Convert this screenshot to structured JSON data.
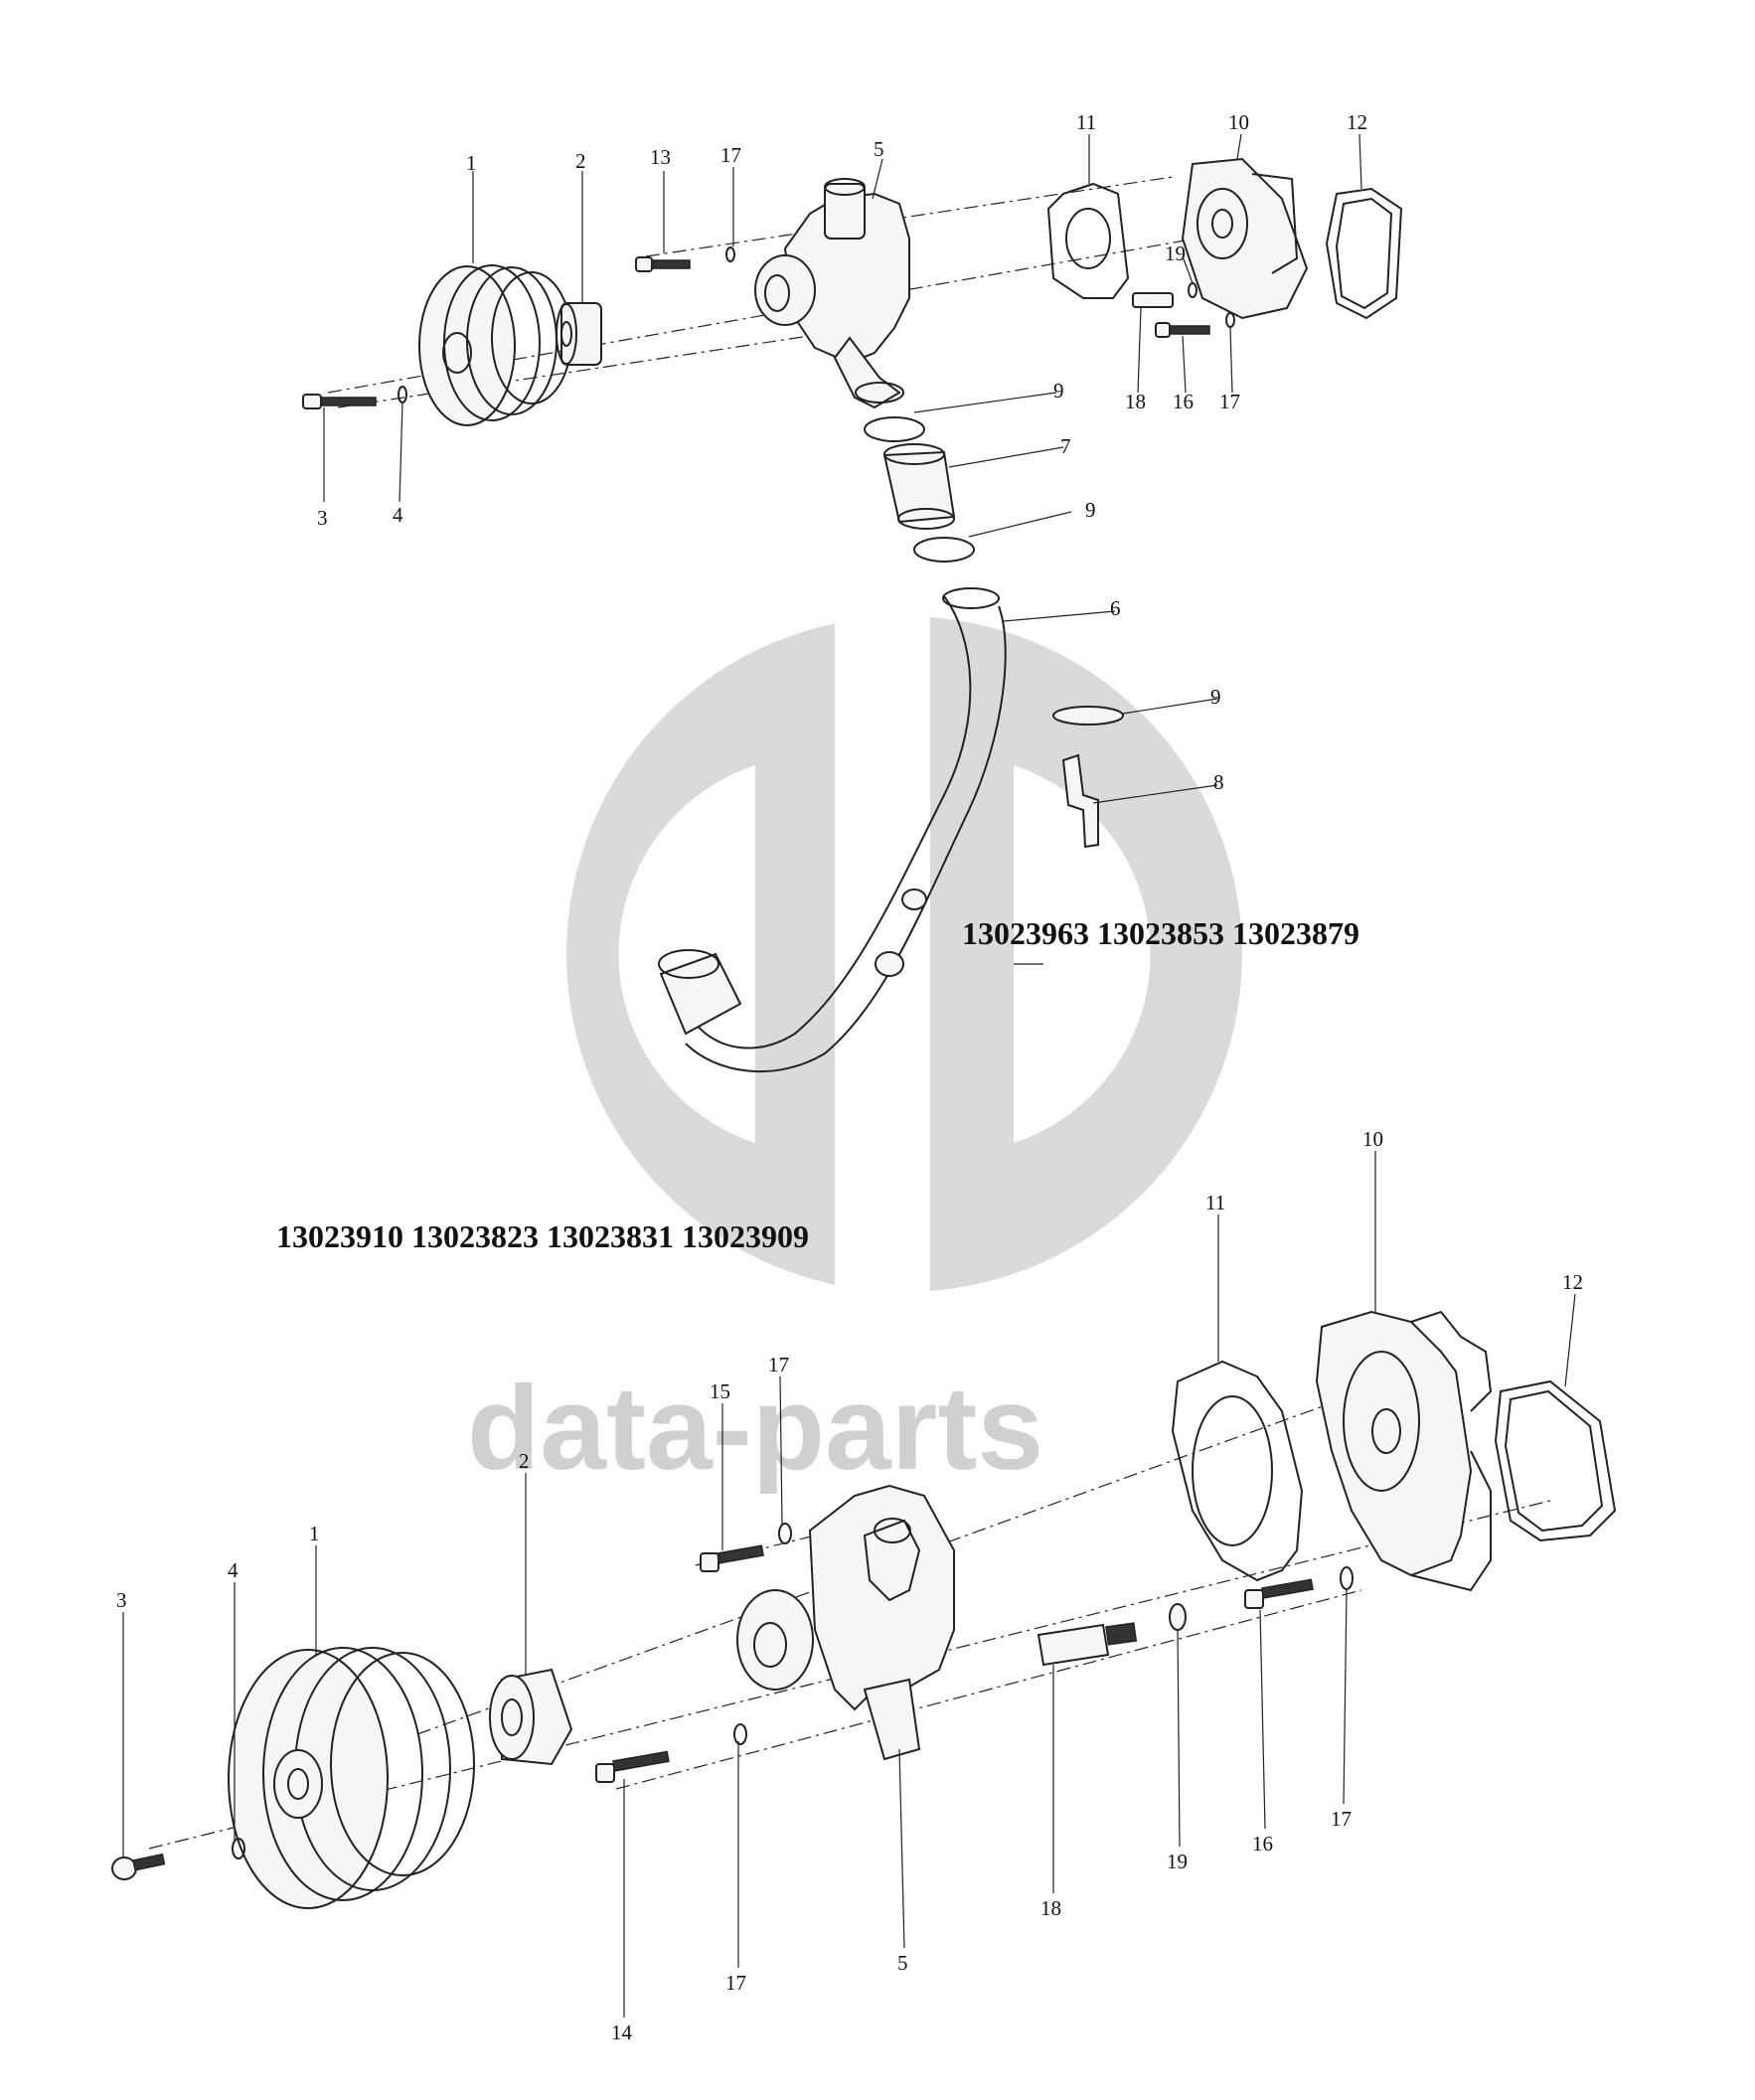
{
  "watermark": {
    "brand_text": "data-parts",
    "color": "#c8c8c8"
  },
  "assemblies": {
    "top_codes": "13023963 13023853 13023879",
    "bottom_codes": "13023910 13023823 13023831 13023909"
  },
  "top_labels": [
    "1",
    "2",
    "13",
    "17",
    "5",
    "11",
    "10",
    "12",
    "19",
    "18",
    "16",
    "17",
    "3",
    "4",
    "9",
    "7",
    "9",
    "6",
    "9",
    "8"
  ],
  "bottom_labels": [
    "11",
    "10",
    "12",
    "15",
    "17",
    "2",
    "1",
    "4",
    "3",
    "14",
    "17",
    "5",
    "18",
    "19",
    "16",
    "17"
  ],
  "colors": {
    "line": "#222222",
    "text": "#111111"
  }
}
